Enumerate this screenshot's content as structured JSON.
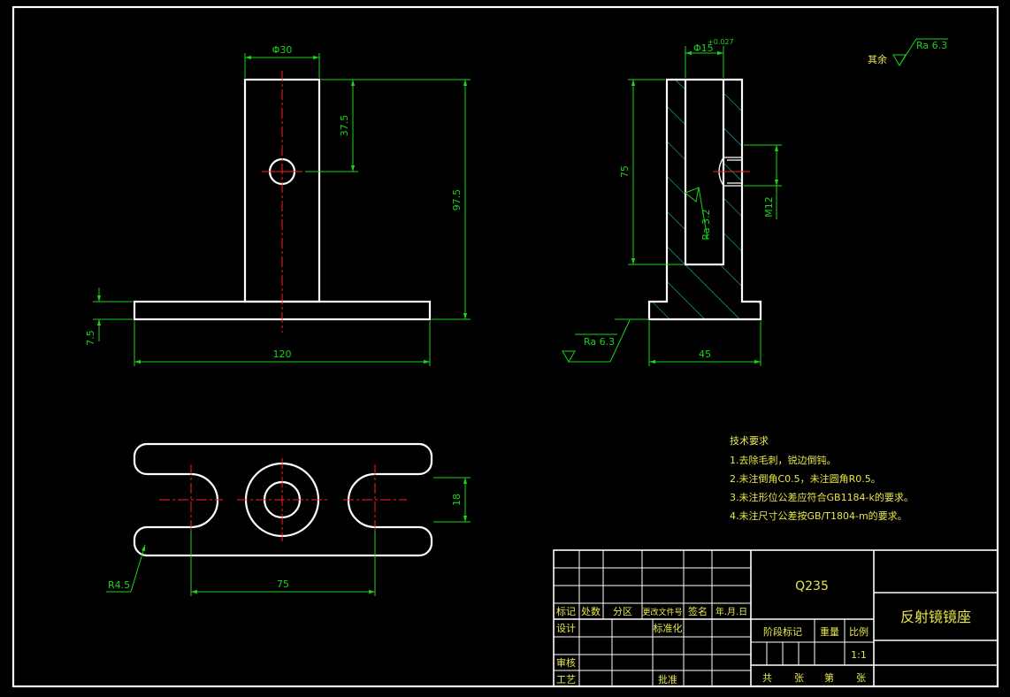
{
  "dimensions": {
    "front_dia": "Φ30",
    "front_hole_depth": "37.5",
    "front_height": "97.5",
    "front_base": "7.5",
    "front_width": "120",
    "side_bore": "Φ15",
    "side_bore_tol": "+0.027",
    "side_depth": "75",
    "side_thread": "M12",
    "side_width": "45",
    "top_slot": "18",
    "top_pitch": "75",
    "top_radius": "R4.5"
  },
  "roughness": {
    "default_label": "其余",
    "default_value": "Ra 6.3",
    "side_inner": "Ra 3.2",
    "side_bottom": "Ra 6.3"
  },
  "technical_requirements": {
    "title": "技术要求",
    "items": [
      "1.去除毛刺，锐边倒钝。",
      "2.未注倒角C0.5，未注圆角R0.5。",
      "3.未注形位公差应符合GB1184-k的要求。",
      "4.未注尺寸公差按GB/T1804-m的要求。"
    ]
  },
  "title_block": {
    "material": "Q235",
    "part_name": "反射镜镜座",
    "header_cells": [
      "标记",
      "处数",
      "分区",
      "更改文件号",
      "签名",
      "年.月.日"
    ],
    "row_design": "设计",
    "row_standard": "标准化",
    "row_review": "审核",
    "row_process": "工艺",
    "row_approve": "批准",
    "stage_mark": "阶段标记",
    "weight": "重量",
    "scale": "比例",
    "scale_value": "1:1",
    "sheets": [
      "共",
      "张",
      "第",
      "张"
    ]
  }
}
